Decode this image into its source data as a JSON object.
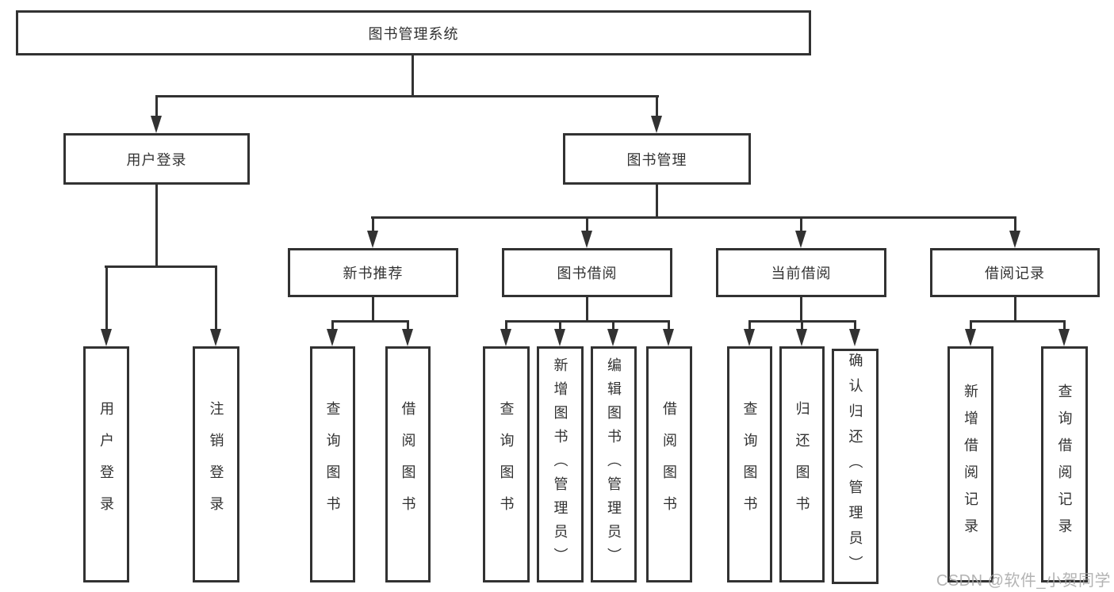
{
  "diagram_type": "functional-structure-tree",
  "colors": {
    "line": "#323232",
    "text": "#323232",
    "background": "#ffffff",
    "watermark": "#a6a6a6"
  },
  "tree": {
    "label": "图书管理系统",
    "children": [
      {
        "label": "用户登录",
        "children": [
          {
            "label": "用户登录"
          },
          {
            "label": "注销登录"
          }
        ]
      },
      {
        "label": "图书管理",
        "children": [
          {
            "label": "新书推荐",
            "children": [
              {
                "label": "查询图书"
              },
              {
                "label": "借阅图书"
              }
            ]
          },
          {
            "label": "图书借阅",
            "children": [
              {
                "label": "查询图书"
              },
              {
                "label": "新增图书（管理员）"
              },
              {
                "label": "编辑图书（管理员）"
              },
              {
                "label": "借阅图书"
              }
            ]
          },
          {
            "label": "当前借阅",
            "children": [
              {
                "label": "查询图书"
              },
              {
                "label": "归还图书"
              },
              {
                "label": "确认归还（管理员）"
              }
            ]
          },
          {
            "label": "借阅记录",
            "children": [
              {
                "label": "新增借阅记录"
              },
              {
                "label": "查询借阅记录"
              }
            ]
          }
        ]
      }
    ]
  },
  "watermark": "CSDN @软件_小贺同学"
}
